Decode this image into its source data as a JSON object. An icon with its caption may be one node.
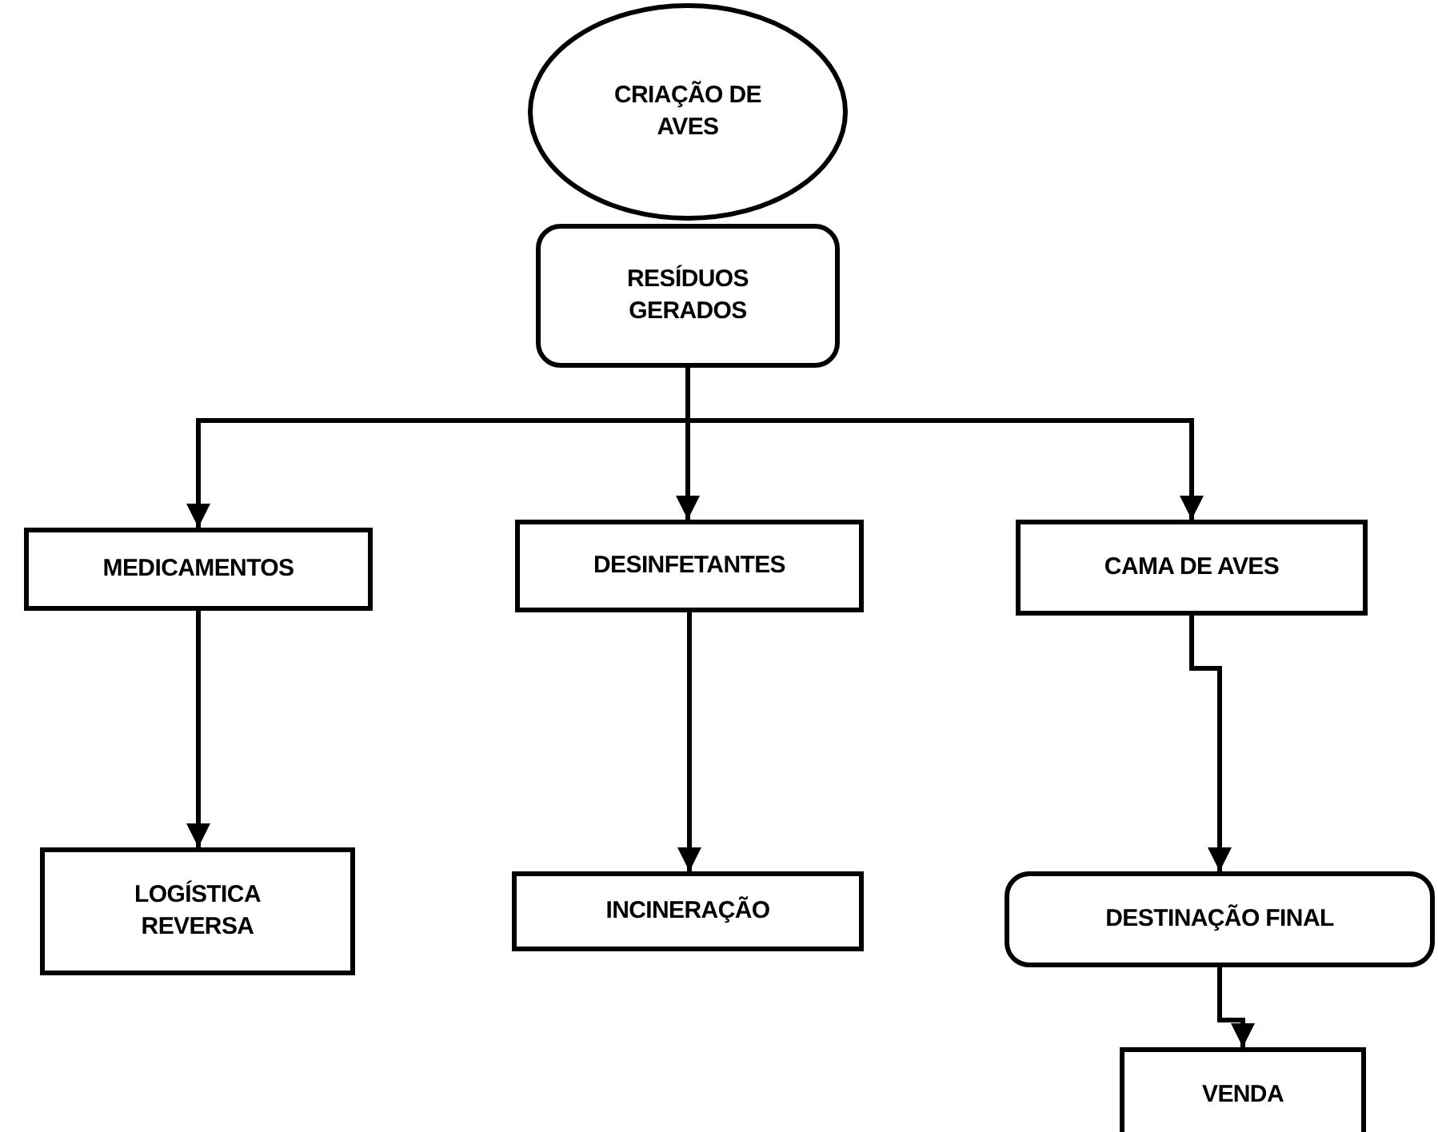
{
  "diagram": {
    "nodes": [
      {
        "text": [
          "CRIAÇÃO DE AVES"
        ]
      },
      {
        "text": [
          "RESÍDUOS GERADOS"
        ]
      },
      {
        "text": [
          "MEDICAMENTOS"
        ]
      },
      {
        "text": [
          "DESINFETANTES"
        ]
      },
      {
        "text": [
          "CAMA DE AVES"
        ]
      },
      {
        "text": [
          "LOGÍSTICA REVERSA"
        ]
      },
      {
        "text": [
          "INCINERAÇÃO"
        ]
      },
      {
        "text": [
          "DESTINAÇÃO FINAL"
        ]
      },
      {
        "text": [
          "VENDA"
        ]
      }
    ],
    "edges": [
      {
        "from": 1,
        "to": 2,
        "arrow": "to"
      },
      {
        "from": 1,
        "to": 3,
        "arrow": "to"
      },
      {
        "from": 1,
        "to": 4,
        "arrow": "to"
      },
      {
        "from": 2,
        "to": 5,
        "arrow": "to"
      },
      {
        "from": 3,
        "to": 6,
        "arrow": "to"
      },
      {
        "from": 4,
        "to": 7,
        "arrow": "to"
      },
      {
        "from": 7,
        "to": 8,
        "arrow": "to"
      }
    ]
  }
}
